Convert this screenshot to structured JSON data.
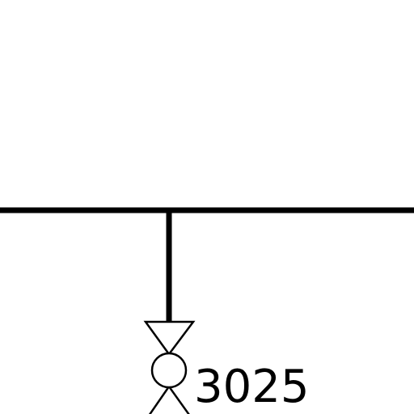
{
  "diagram": {
    "type": "piping-schematic",
    "colors": {
      "background": "#ffffff",
      "line": "#000000"
    },
    "components": [
      {
        "kind": "main-header-line",
        "icon": "horizontal-pipe"
      },
      {
        "kind": "branch-line",
        "icon": "vertical-pipe"
      },
      {
        "kind": "valve",
        "icon": "diaphragm-valve-icon",
        "tag": "3025"
      }
    ]
  }
}
